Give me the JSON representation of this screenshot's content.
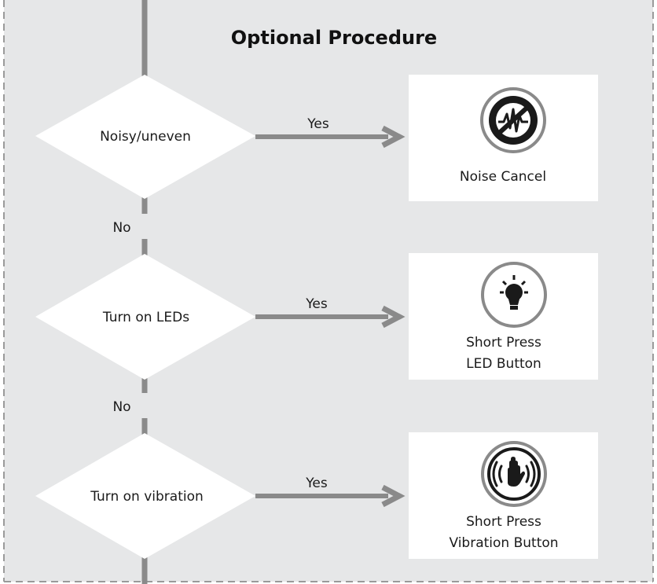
{
  "title": "Optional Procedure",
  "colors": {
    "panel_bg": "#e6e7e8",
    "border": "#9a9a9a",
    "connector": "#8a8a8a",
    "box_fill": "#ffffff",
    "text": "#1a1a1a"
  },
  "decisions": [
    {
      "text": "Noisy/uneven",
      "yes_label": "Yes",
      "no_label": "No"
    },
    {
      "text": "Turn on LEDs",
      "yes_label": "Yes",
      "no_label": "No"
    },
    {
      "text": "Turn on vibration",
      "yes_label": "Yes"
    }
  ],
  "actions": [
    {
      "icon": "noise-cancel-icon",
      "lines": [
        "Noise Cancel"
      ]
    },
    {
      "icon": "led-bulb-icon",
      "lines": [
        "Short Press",
        "LED Button"
      ]
    },
    {
      "icon": "vibration-hand-icon",
      "lines": [
        "Short Press",
        "Vibration Button"
      ]
    }
  ]
}
